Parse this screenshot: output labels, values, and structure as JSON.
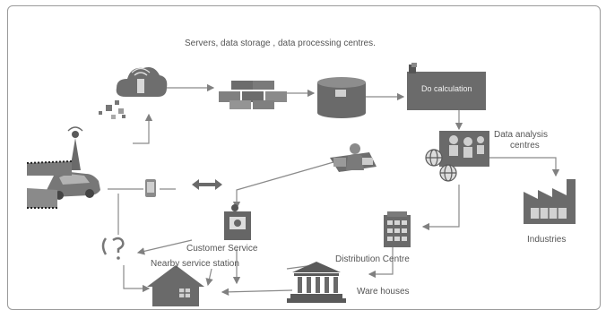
{
  "labels": {
    "servers": "Servers, data storage , data processing centres.",
    "do_calculation": "Do calculation",
    "data_analysis_line1": "Data analysis",
    "data_analysis_line2": "centres",
    "industries": "Industries",
    "customer_service": "Customer Service",
    "nearby_service_station": "Nearby service station",
    "distribution_centre": "Distribution Centre",
    "ware_houses": "Ware houses"
  },
  "icons": {
    "cloud": "cloud-wifi-icon",
    "car": "car-icon",
    "tower": "signal-tower-icon",
    "servers": "server-rack-icon",
    "database": "database-icon",
    "calculator": "calculation-box-icon",
    "people": "people-group-icon",
    "globe": "globe-icon",
    "factory": "factory-icon",
    "person": "person-at-desk-icon",
    "phone": "mobile-phone-icon",
    "info": "info-kiosk-icon",
    "question": "question-icon",
    "building": "building-icon",
    "house": "house-icon",
    "warehouse": "warehouse-icon",
    "double_arrow": "double-arrow-icon"
  },
  "colors": {
    "icon_dark": "#4a4a4a",
    "icon_mid": "#7a7a7a",
    "icon_light": "#a8a8a8",
    "line": "#8a8a8a"
  }
}
